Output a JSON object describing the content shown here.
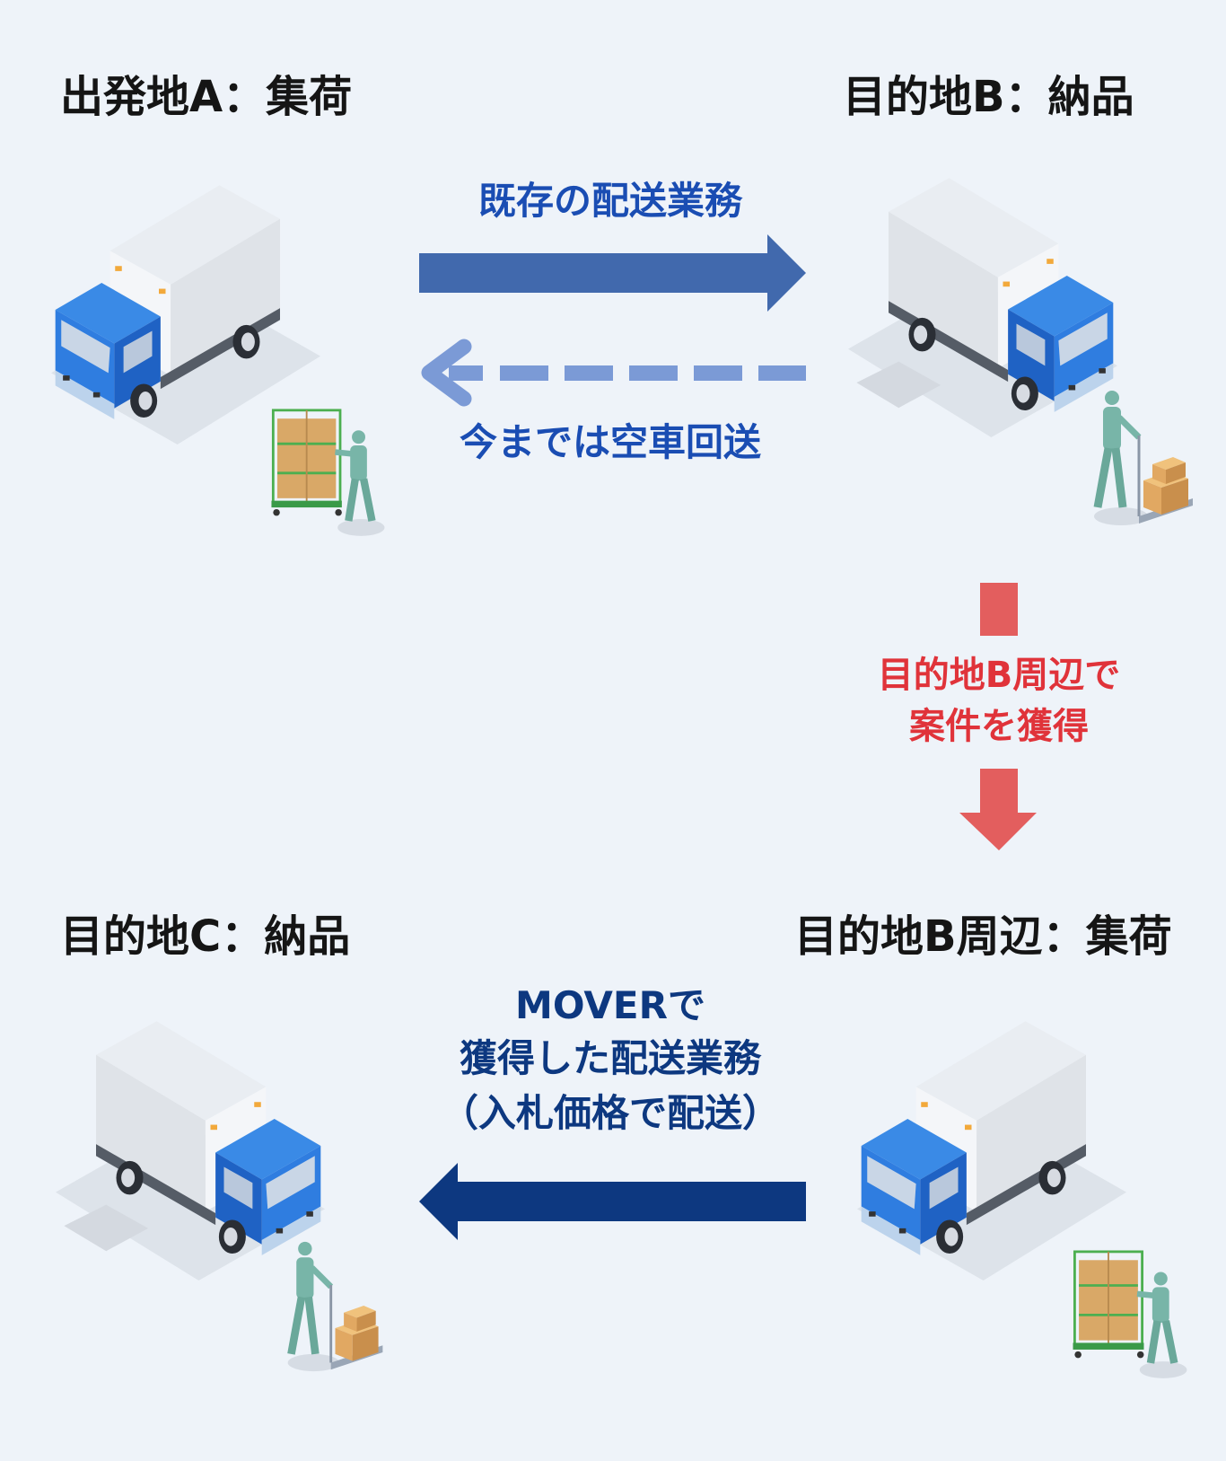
{
  "locations": {
    "origin_a": "出発地A：集荷",
    "destination_b": "目的地B：納品",
    "destination_c": "目的地C：納品",
    "around_b_pickup": "目的地B周辺：集荷"
  },
  "flows": {
    "existing": "既存の配送業務",
    "empty_return": "今までは空車回送",
    "acquire_line1": "目的地B周辺で",
    "acquire_line2": "案件を獲得",
    "mover_line1": "MOVERで",
    "mover_line2": "獲得した配送業務",
    "mover_line3": "（入札価格で配送）"
  },
  "colors": {
    "background": "#eef3f9",
    "existing_arrow": "#4169ad",
    "empty_return_arrow": "#7b9ad6",
    "acquire_arrow": "#e35e5e",
    "mover_arrow": "#0d3880",
    "truck_cab": "#2f7de0"
  }
}
